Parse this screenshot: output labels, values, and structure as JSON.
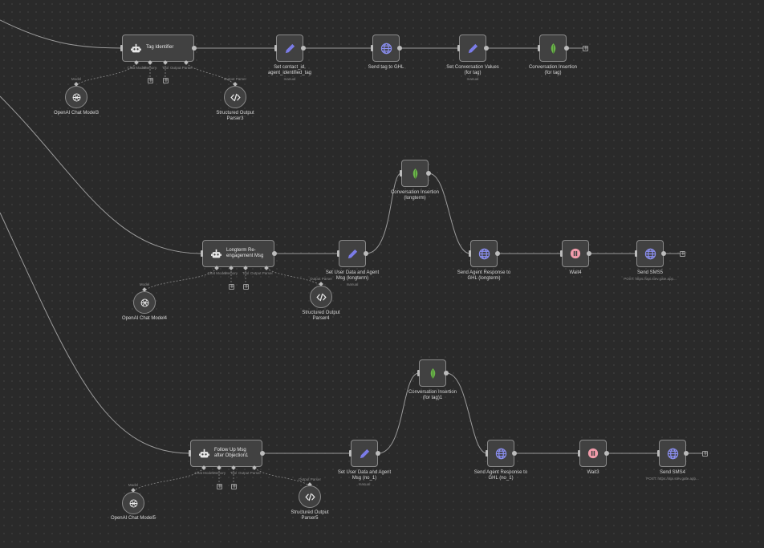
{
  "colors": {
    "canvas": "#2a2a2a",
    "node_bg": "#414141",
    "node_border": "#8a8a8a",
    "edit_icon": "#7b7ce8",
    "http_icon": "#8a8ef0",
    "mongo_icon": "#6bb34a",
    "wait_icon": "#f29cab",
    "wire": "#9b9b9b"
  },
  "row1": {
    "agent": {
      "label": "Tag Identifier"
    },
    "ports": {
      "chat_model": "Chat Model",
      "memory": "Memory",
      "tool": "Tool",
      "output_parser": "Output Parser"
    },
    "chat_model": {
      "label": "OpenAI Chat Model3",
      "port": "Model"
    },
    "parser": {
      "label": "Structured Output\nParser3",
      "port": "Output Parser"
    },
    "set_node": {
      "label": "Set contact_id,\nagent_identified_tag",
      "sub": "manual"
    },
    "http_node": {
      "label": "Send tag to GHL"
    },
    "set_node2": {
      "label": "Set Conversation Values\n(for tag)",
      "sub": "manual"
    },
    "mongo_node": {
      "label": "Conversation Insertion\n(for tag)"
    }
  },
  "row2": {
    "agent": {
      "label": "Longterm Re-\nengagement Msg"
    },
    "ports": {
      "chat_model": "Chat Model",
      "memory": "Memory",
      "tool": "Tool",
      "output_parser": "Output Parser"
    },
    "chat_model": {
      "label": "OpenAI Chat Model4",
      "port": "Model"
    },
    "parser": {
      "label": "Structured Output\nParser4",
      "port": "Output Parser"
    },
    "set_node": {
      "label": "Set User Data and Agent\nMsg (longterm)",
      "sub": "manual"
    },
    "mongo_node": {
      "label": "Conversation Insertion\n(longterm)"
    },
    "http_node": {
      "label": "Send Agent Response to\nGHL (longterm)"
    },
    "wait_node": {
      "label": "Wait4"
    },
    "sms_node": {
      "label": "Send SMS5",
      "sub": "POST: https://api.stev.gate.app..."
    }
  },
  "row3": {
    "agent": {
      "label": "Follow Up Msg\nafter Objection1"
    },
    "ports": {
      "chat_model": "Chat Model",
      "memory": "Memory",
      "tool": "Tool",
      "output_parser": "Output Parser"
    },
    "chat_model": {
      "label": "OpenAI Chat Model5",
      "port": "Model"
    },
    "parser": {
      "label": "Structured Output\nParser5",
      "port": "Output Parser"
    },
    "set_node": {
      "label": "Set User Data and Agent\nMsg (no_1)",
      "sub": "manual"
    },
    "mongo_node": {
      "label": "Conversation Insertion\n(for tag)1"
    },
    "http_node": {
      "label": "Send Agent Response to\nGHL (no_1)"
    },
    "wait_node": {
      "label": "Wait3"
    },
    "sms_node": {
      "label": "Send SMS4",
      "sub": "POST: https://api.stev.gate.app..."
    }
  },
  "icons": {
    "agent": "robot-icon",
    "set": "pencil-icon",
    "http": "globe-icon",
    "mongo": "leaf-icon",
    "wait": "pause-icon",
    "chat_model": "openai-icon",
    "parser": "code-icon",
    "add": "plus-icon"
  }
}
